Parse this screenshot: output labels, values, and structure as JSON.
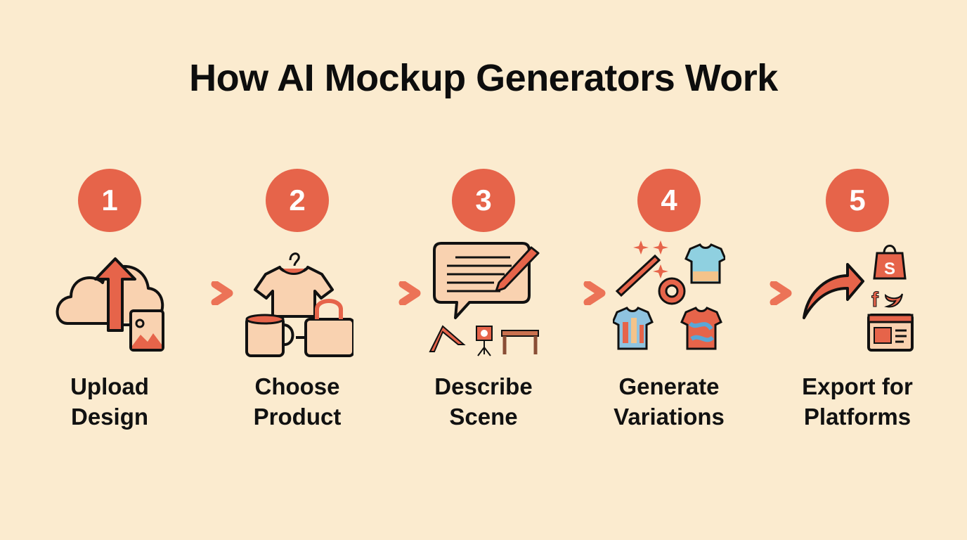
{
  "title": "How AI Mockup Generators Work",
  "colors": {
    "background": "#fbebcf",
    "accent": "#e6644a",
    "text": "#0d0d0d"
  },
  "steps": [
    {
      "number": "1",
      "line1": "Upload",
      "line2": "Design",
      "icon": "cloud-upload-image-icon"
    },
    {
      "number": "2",
      "line1": "Choose",
      "line2": "Product",
      "icon": "tshirt-mug-bag-icon"
    },
    {
      "number": "3",
      "line1": "Describe",
      "line2": "Scene",
      "icon": "speech-pencil-props-icon"
    },
    {
      "number": "4",
      "line1": "Generate",
      "line2": "Variations",
      "icon": "magic-wand-gear-shirts-icon"
    },
    {
      "number": "5",
      "line1": "Export for",
      "line2": "Platforms",
      "icon": "share-platforms-icon"
    }
  ],
  "connectors": [
    "arrow-right-icon",
    "arrow-right-icon",
    "arrow-right-icon",
    "arrow-right-icon"
  ]
}
